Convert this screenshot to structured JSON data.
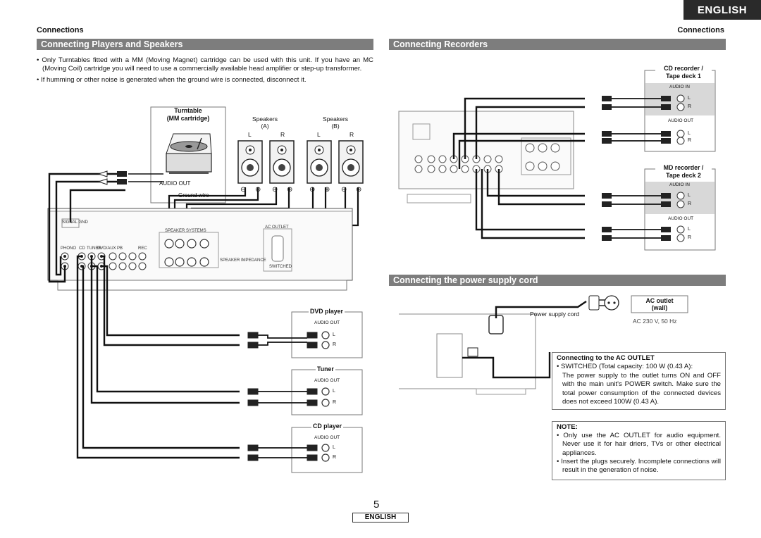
{
  "header": {
    "language_tab": "ENGLISH",
    "section_left": "Connections",
    "section_right": "Connections"
  },
  "sections": {
    "players_speakers": "Connecting Players and Speakers",
    "recorders": "Connecting Recorders",
    "power_cord": "Connecting the power supply cord"
  },
  "intro_bullets": [
    "• Only Turntables fitted with a MM (Moving Magnet) cartridge can be  used with this unit. If you have an MC (Moving Coil) cartridge you will need to use a commercially available head amplifier or step-up transformer.",
    "• If humming or other noise is generated when the ground wire is connected, disconnect it."
  ],
  "turntable": {
    "title_line1": "Turntable",
    "title_line2": "(MM cartridge)",
    "audio_out": "AUDIO OUT",
    "ground_wire": "Ground wire"
  },
  "speakers": {
    "a_title": "Speakers",
    "a_sub": "(A)",
    "b_title": "Speakers",
    "b_sub": "(B)",
    "l": "L",
    "r": "R"
  },
  "amp_labels": {
    "signal_gnd": "SIGNAL GND",
    "speaker_systems": "SPEAKER SYSTEMS",
    "ac_outlet": "AC OUTLET",
    "phono": "PHONO",
    "cd": "CD",
    "tuner": "TUNER",
    "dvd_aux": "DVD/AUX",
    "pb": "PB",
    "rec": "REC",
    "speaker_impedance": "SPEAKER IMPEDANCE",
    "switched": "SWITCHED"
  },
  "devices": {
    "dvd": {
      "title": "DVD player",
      "audio_out": "AUDIO OUT"
    },
    "tuner": {
      "title": "Tuner",
      "audio_out": "AUDIO OUT"
    },
    "cd": {
      "title": "CD player",
      "audio_out": "AUDIO OUT"
    },
    "cd_recorder": {
      "title_line1": "CD recorder /",
      "title_line2": "Tape deck 1",
      "audio_in": "AUDIO IN",
      "audio_out": "AUDIO OUT"
    },
    "md_recorder": {
      "title_line1": "MD recorder /",
      "title_line2": "Tape deck 2",
      "audio_in": "AUDIO IN",
      "audio_out": "AUDIO OUT"
    }
  },
  "channels": {
    "l": "L",
    "r": "R"
  },
  "power": {
    "power_supply_cord": "Power supply cord",
    "ac_outlet_line1": "AC outlet",
    "ac_outlet_line2": "(wall)",
    "voltage": "AC 230 V,  50 Hz"
  },
  "ac_outlet_box": {
    "title": "Connecting to the AC OUTLET",
    "line1": "• SWITCHED (Total capacity: 100 W (0.43 A):",
    "body": "The power supply to the outlet turns ON and OFF with the main unit's POWER switch. Make sure the total power consumption of the connected devices does not exceed 100W (0.43 A)."
  },
  "note": {
    "title": "NOTE:",
    "bullets": [
      "• Only use the AC OUTLET for audio equipment. Never use it for hair driers, TVs or other electrical appliances.",
      "• Insert the plugs securely. Incomplete connections will result in the generation of noise."
    ]
  },
  "footer": {
    "page_number": "5",
    "language": "ENGLISH"
  }
}
